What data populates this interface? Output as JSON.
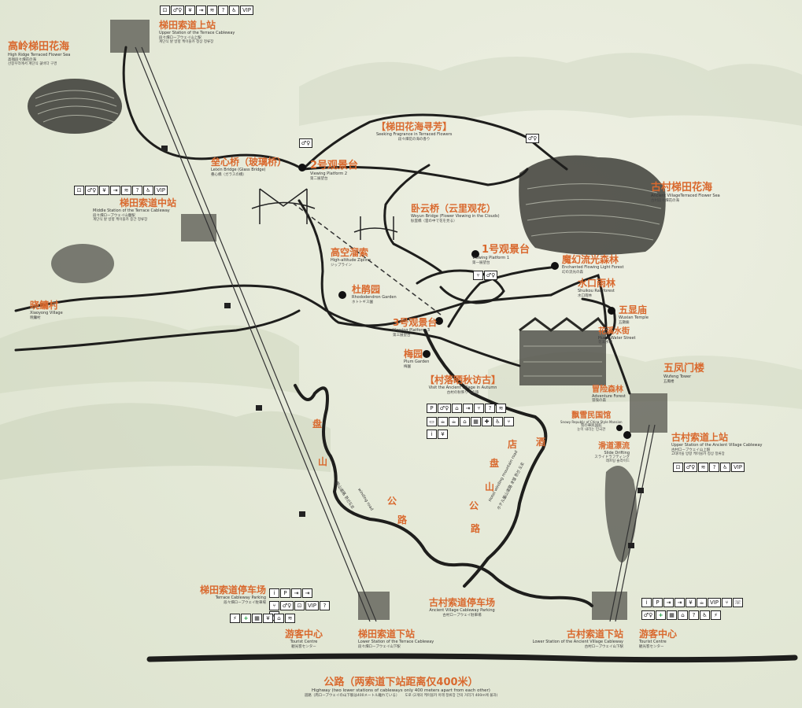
{
  "colors": {
    "label_accent": "#d9692e",
    "ink": "#222222",
    "background": "#e6ead9",
    "first_aid_green": "#1a9a3c"
  },
  "labels": {
    "high_ridge": {
      "zh": "高岭梯田花海",
      "en": "High Ridge Terraced Flower Sea",
      "ja": "高嶺段々畑花の海",
      "ko": "산봉우리에서 계단식 꽃바다 구경"
    },
    "upper_terrace": {
      "zh": "梯田索道上站",
      "en": "Upper Station of the Terrace Cableway",
      "ja": "段々畑ロープウェイ山上駅",
      "ko": "계단식 밭 방향 케이블카 정상 정류장"
    },
    "seeking": {
      "zh": "【梯田花海寻芳】",
      "en": "Seeking Fragrance in Terraced Flowers",
      "ja": "段々畑花の海の香り",
      "ko": "계단식 꽃바다 구경하기"
    },
    "leixin": {
      "zh": "垒心桥（玻璃桥）",
      "en": "Leixin Bridge (Glass Bridge)",
      "ja": "壘心橋（ガラスの橋）",
      "ko": "루이신교 (유리다리)"
    },
    "platform2": {
      "zh": "2号观景台",
      "en": "Viewing Platform 2",
      "ja": "第二展望台",
      "ko": "2호 조망대"
    },
    "ancient_sea": {
      "zh": "古村梯田花海",
      "en": "Ancient VillageTerraced Flower Sea",
      "ja": "古村段々畑花の海",
      "ko": "고촌계단식 꽃바다"
    },
    "middle_terrace": {
      "zh": "梯田索道中站",
      "en": "Middle Station of the Terrace Cableway",
      "ja": "段々畑ロープウェイ山腹駅",
      "ko": "계단식 밭 방향 케이블카 중간 정류장"
    },
    "woyun": {
      "zh": "卧云桥（云里观花）",
      "en": "Woyun Bridge (Flower Viewing in the Clouds)",
      "ja": "臥雲橋（雲の中で花を見る）",
      "ko": "워윈교(구름속에서 꽃구경하기)"
    },
    "zipline": {
      "zh": "高空溜索",
      "en": "High-altitude Zipline",
      "ja": "ジップライン",
      "ko": "집라인"
    },
    "platform1": {
      "zh": "1号观景台",
      "en": "Viewing Platform 1",
      "ja": "第一展望台",
      "ko": "1호 조망대"
    },
    "enchanted": {
      "zh": "魔幻流光森林",
      "en": "Enchanted Flowing Light Forest",
      "ja": "幻の流光の森",
      "ko": "환상적인 빛의 숲"
    },
    "xiaoyong": {
      "zh": "晓鳙村",
      "en": "Xiaoyong Village",
      "ja": "暁鱅村",
      "ko": "효용 마을"
    },
    "dujuan": {
      "zh": "杜鹃园",
      "en": "Rhododendron Garden",
      "ja": "ホトトギス園",
      "ko": "진달래원"
    },
    "shuikou": {
      "zh": "水口雨林",
      "en": "Shuikou Rainforest",
      "ja": "水口雨林",
      "ko": "수구우림"
    },
    "wuxian": {
      "zh": "五显庙",
      "en": "Wuxian Temple",
      "ja": "五顯廟",
      "ko": "오현묘"
    },
    "platform3": {
      "zh": "3号观景台",
      "en": "Viewing Platform 3",
      "ja": "第三展望台",
      "ko": "3호 조망대"
    },
    "huaxi": {
      "zh": "花溪水街",
      "en": "Huaxi Water Street",
      "ja": "花溪水街",
      "ko": "화계수가"
    },
    "meiyuan": {
      "zh": "梅园",
      "en": "Plum Garden",
      "ja": "梅園",
      "ko": "매화원"
    },
    "autumn": {
      "zh": "【村落晒秋访古】",
      "en": "Visit the Ancient Village in Autumn",
      "ja": "古村の秋祭りへの旅",
      "ko": "마을 내부 경험 및 고적 탐방하기"
    },
    "wufeng": {
      "zh": "五凤门楼",
      "en": "Wufeng Tower",
      "ja": "五鳳楼",
      "ko": "오봉루"
    },
    "adventure": {
      "zh": "冒险森林",
      "en": "Adventure Forest",
      "ja": "冒険の森",
      "ko": "모험의 숲"
    },
    "snowy": {
      "zh": "飘雪民国馆",
      "en": "Snowy Republic of China Style Mansion",
      "ja": "雪の華民国館",
      "ko": "눈이 내리는 민국관"
    },
    "slide": {
      "zh": "滑道漂流",
      "en": "Slide Drifting",
      "ja": "スライドラフティング",
      "ko": "래프팅 슬라이드"
    },
    "upper_ancient": {
      "zh": "古村索道上站",
      "en": "Upper Station of the Ancient Village Cableway",
      "ja": "古村ロープウェイ山上駅",
      "ko": "고대마을 방향 케이블카 정상 정류장"
    },
    "terrace_parking": {
      "zh": "梯田索道停车场",
      "en": "Terrace Cableway Parking",
      "ja": "段々畑ロープウェイ駐車場",
      "ko": "계단식 밭 방향 케이블카 주차장"
    },
    "ancient_parking": {
      "zh": "古村索道停车场",
      "en": "Ancient Village Cableway Parking",
      "ja": "古村ロープウェイ駐車場",
      "ko": "고대마을 방향 케이블카 주차장"
    },
    "tourist_left": {
      "zh": "游客中心",
      "en": "Tourist Centre",
      "ja": "観光客センター",
      "ko": "관광객 센터"
    },
    "lower_terrace": {
      "zh": "梯田索道下站",
      "en": "Lower Station of the Terrace Cableway",
      "ja": "段々畑ロープウェイ山下駅",
      "ko": "계단식 밭 방향 케이블카 아래 정류장"
    },
    "lower_ancient": {
      "zh": "古村索道下站",
      "en": "Lower Station of the Ancient Village Cableway",
      "ja": "古村ロープウェイ山下駅",
      "ko": "고대마을 방향 케이블카 아래 정류장"
    },
    "tourist_right": {
      "zh": "游客中心",
      "en": "Tourist Centre",
      "ja": "観光客センター",
      "ko": "관광객 센터"
    }
  },
  "roads": {
    "left_zh": [
      "盘",
      "山",
      "公",
      "路"
    ],
    "left_en": "winding road",
    "left_sub": "盤山道路 환선도로",
    "right_zh": [
      "酒",
      "店",
      "盘",
      "山",
      "公",
      "路"
    ],
    "right_en": "Hotel winding mountain road",
    "right_sub": "ホテル盤山道路 호텔 환선 도로"
  },
  "highway": {
    "zh": "公路（两索道下站距离仅400米）",
    "en": "Highway (two lower stations of cableways only 400 meters apart from each other)",
    "ja": "道路（両ロープウェイの山下駅は400メートル離れている）",
    "ko": "도로 (2개의 케이블카 아래 정류장 간의 거리가 400m에 불과)"
  },
  "icon_sets": {
    "upper_terrace": [
      "cable-car",
      "restroom",
      "atm",
      "exit",
      "wifi",
      "help",
      "accessible",
      "VIP"
    ],
    "middle_terrace": [
      "cable-car",
      "restroom",
      "atm",
      "exit",
      "wifi",
      "help",
      "accessible",
      "VIP"
    ],
    "seeking_restroom": [
      "restroom"
    ],
    "ancient_sea_restroom": [
      "restroom"
    ],
    "platform1": [
      "restaurant",
      "restroom"
    ],
    "autumn_row1": [
      "P",
      "restroom",
      "shop",
      "exit",
      "restaurant",
      "help",
      "wifi"
    ],
    "autumn_row2": [
      "bus",
      "tea",
      "cafe",
      "hotel",
      "store",
      "medical",
      "accessible",
      "restaurant"
    ],
    "autumn_row3": [
      "info",
      "atm"
    ],
    "upper_ancient": [
      "cable-car",
      "restroom",
      "wifi",
      "help",
      "accessible",
      "VIP"
    ],
    "parking_row1": [
      "info",
      "P",
      "exit",
      "exit"
    ],
    "parking_row2": [
      "restaurant",
      "restroom",
      "cable-car",
      "VIP",
      "help",
      "wifi"
    ],
    "parking_row3": [
      "charging",
      "first-aid",
      "store",
      "atm",
      "shop",
      "wifi"
    ],
    "right_row1": [
      "info",
      "P",
      "exit",
      "exit",
      "atm",
      "cafe",
      "VIP",
      "restaurant",
      "phone"
    ],
    "right_row2": [
      "restroom",
      "first-aid",
      "store",
      "shop",
      "help",
      "accessible",
      "charging"
    ]
  }
}
